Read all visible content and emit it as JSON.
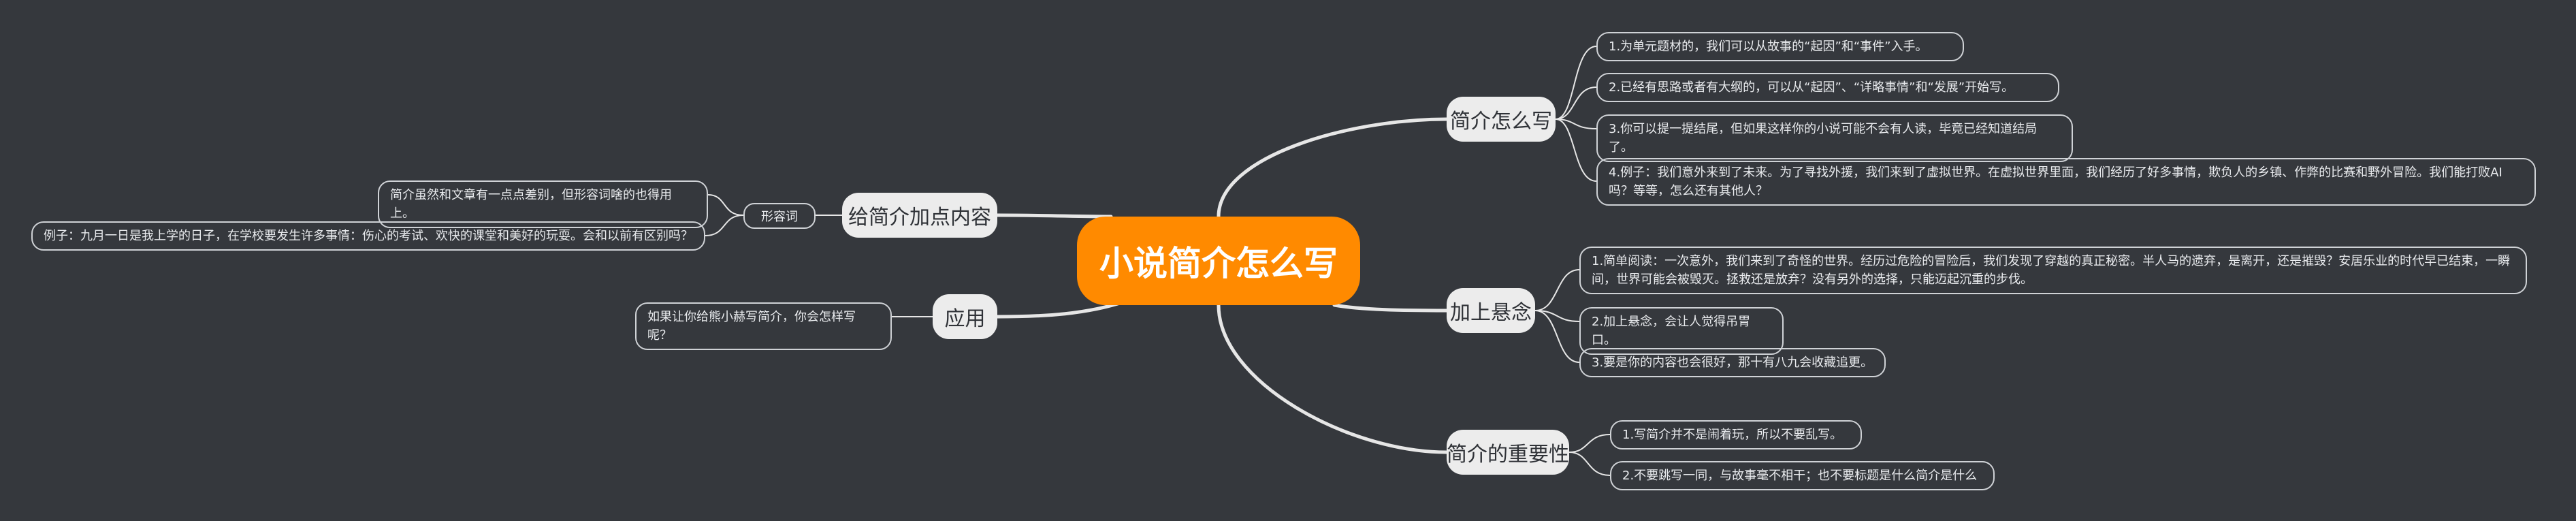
{
  "central": {
    "title": "小说简介怎么写"
  },
  "branches": {
    "how": {
      "label": "简介怎么写",
      "items": [
        "1.为单元题材的，我们可以从故事的“起因”和“事件”入手。",
        "2.已经有思路或者有大纲的，可以从“起因”、“详略事情”和“发展”开始写。",
        "3.你可以提一提结尾，但如果这样你的小说可能不会有人读，毕竟已经知道结局了。",
        "4.例子：我们意外来到了未来。为了寻找外援，我们来到了虚拟世界。在虚拟世界里面，我们经历了好多事情，欺负人的乡镇、作弊的比赛和野外冒险。我们能打败AI吗？等等，怎么还有其他人？"
      ]
    },
    "suspense": {
      "label": "加上悬念",
      "items": [
        "1.简单阅读：一次意外，我们来到了奇怪的世界。经历过危险的冒险后，我们发现了穿越的真正秘密。半人马的遗弃，是离开，还是摧毁？安居乐业的时代早已结束，一瞬间，世界可能会被毁灭。拯救还是放弃？没有另外的选择，只能迈起沉重的步伐。",
        "2.加上悬念，会让人觉得吊胃口。",
        "3.要是你的内容也会很好，那十有八九会收藏追更。"
      ]
    },
    "importance": {
      "label": "简介的重要性",
      "items": [
        "1.写简介并不是闹着玩，所以不要乱写。",
        "2.不要跳写一同，与故事毫不相干；也不要标题是什么简介是什么"
      ]
    },
    "extra": {
      "label": "给简介加点内容",
      "sub_label": "形容词",
      "items": [
        "简介虽然和文章有一点点差别，但形容词啥的也得用上。",
        "例子：九月一日是我上学的日子，在学校要发生许多事情：伤心的考试、欢快的课堂和美好的玩耍。会和以前有区别吗？"
      ]
    },
    "apply": {
      "label": "应用",
      "items": [
        "如果让你给熊小赫写简介，你会怎样写呢？"
      ]
    }
  },
  "colors": {
    "background": "#35383d",
    "central": "#ff8a00",
    "main_node": "#ececec",
    "line": "#e6e6e6"
  }
}
